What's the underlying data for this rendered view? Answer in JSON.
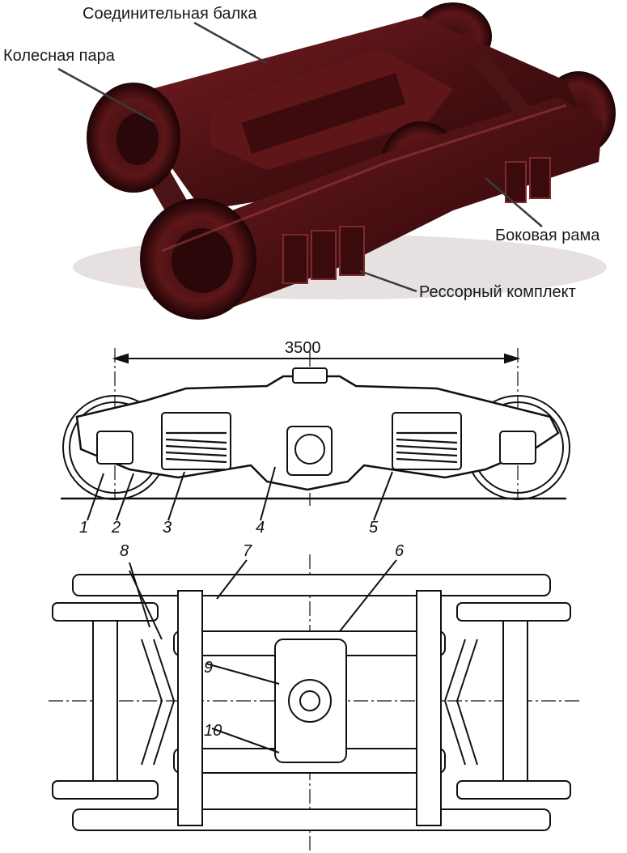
{
  "photo": {
    "callouts": {
      "connecting_beam": "Соединительная балка",
      "wheelset": "Колесная пара",
      "side_frame": "Боковая рама",
      "spring_set": "Рессорный комплект"
    }
  },
  "side_view": {
    "dimension": "3500",
    "part_numbers": [
      "1",
      "2",
      "3",
      "4",
      "5"
    ]
  },
  "plan_view": {
    "part_numbers": [
      "8",
      "7",
      "6",
      "9",
      "10"
    ]
  }
}
